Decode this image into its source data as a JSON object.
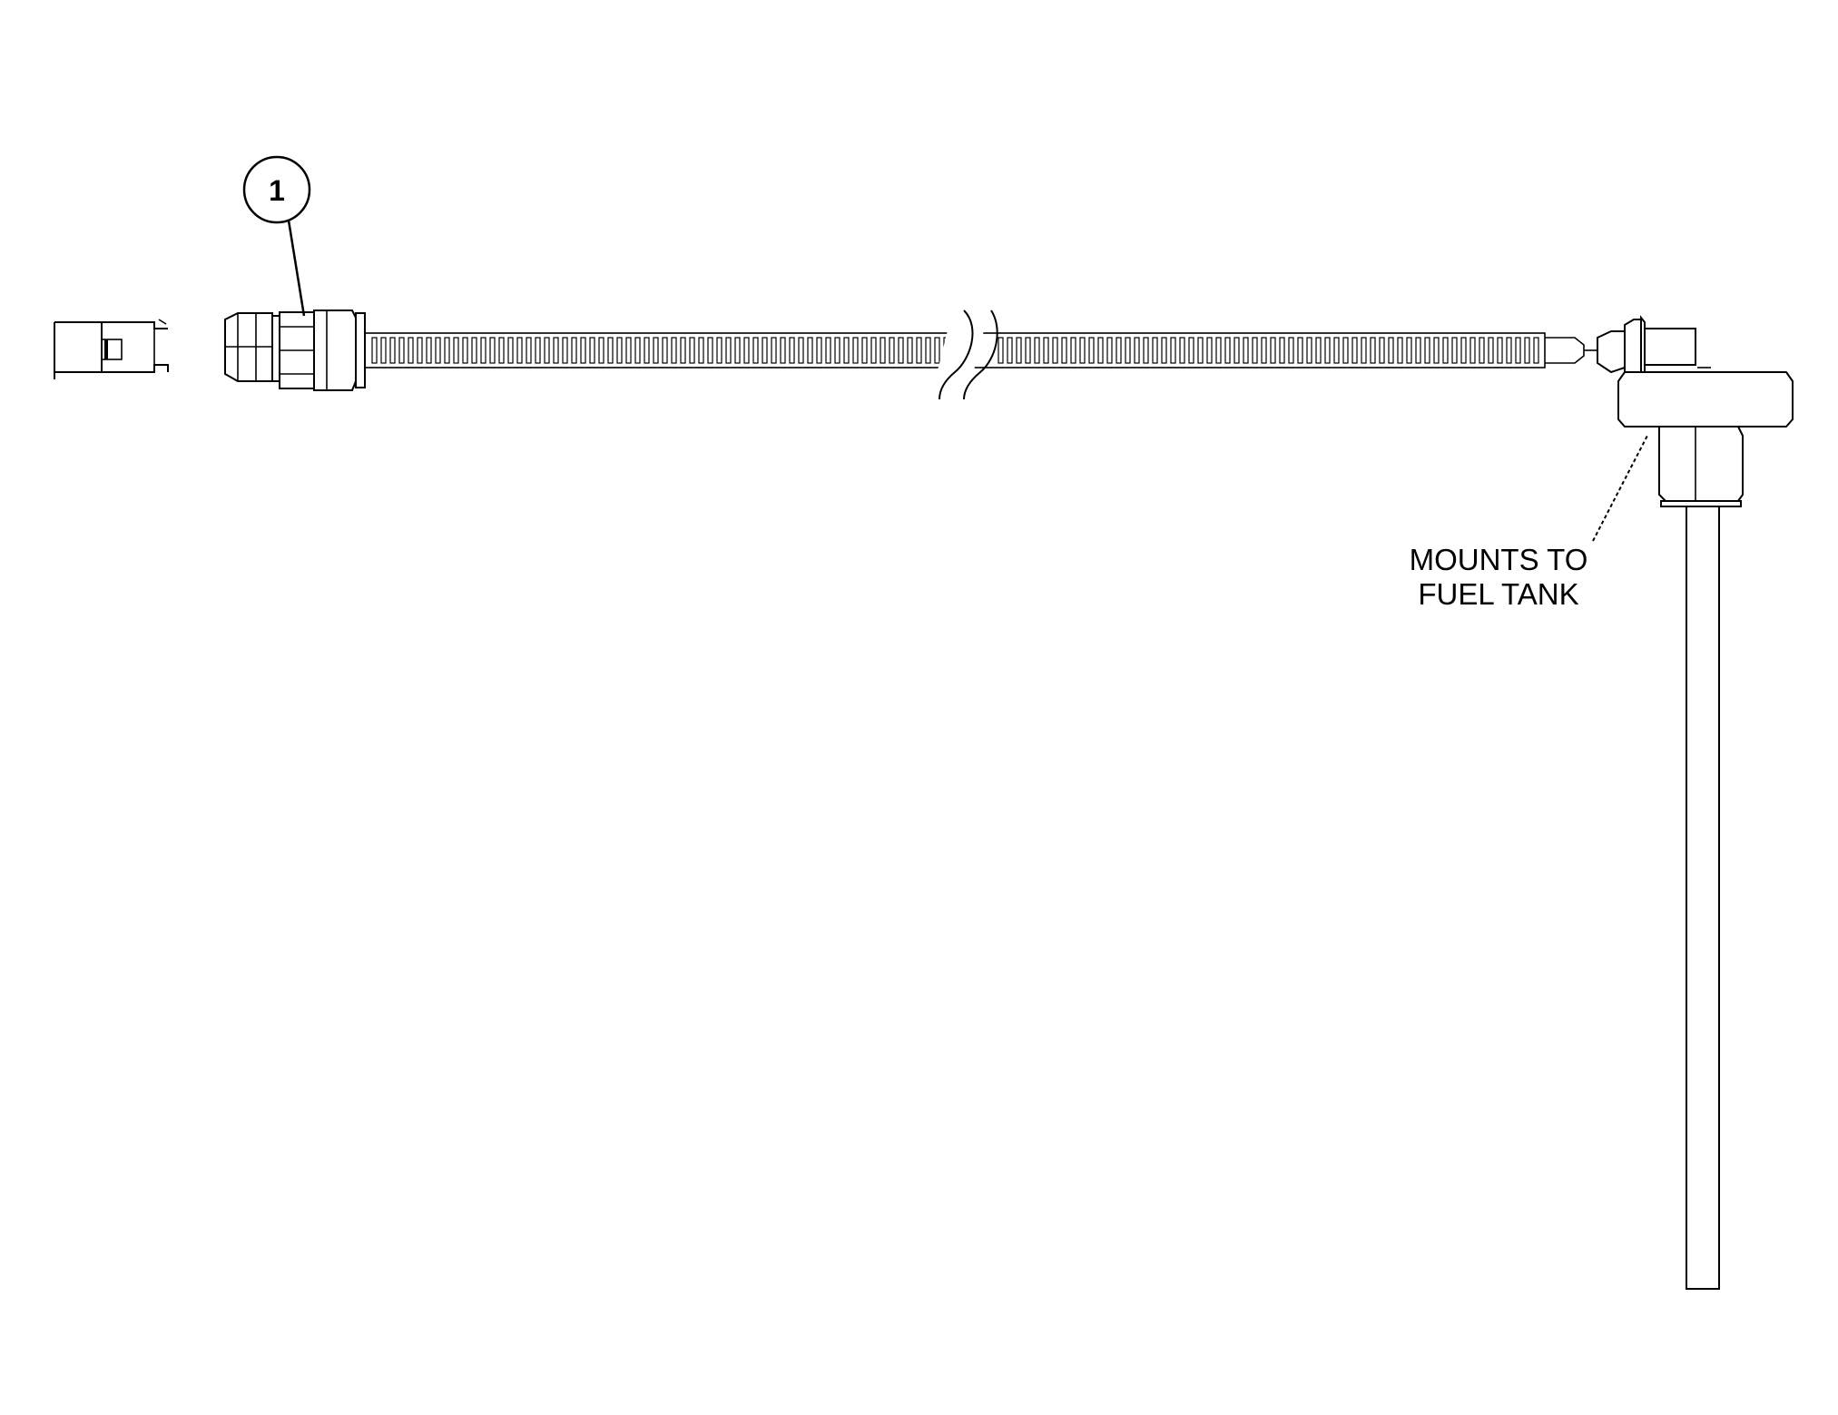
{
  "diagram": {
    "callouts": [
      {
        "id": "1",
        "label": "1"
      }
    ],
    "notes": {
      "mount_line1": "MOUNTS TO",
      "mount_line2": "FUEL TANK"
    },
    "colors": {
      "line": "#000000",
      "background": "#ffffff"
    }
  }
}
